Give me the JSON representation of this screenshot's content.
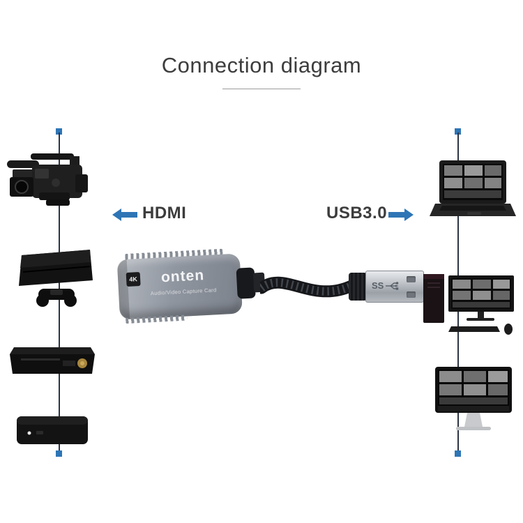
{
  "title": "Connection diagram",
  "labels": {
    "hdmi": "HDMI",
    "usb": "USB3.0"
  },
  "capture_card": {
    "brand": "onten",
    "subtitle": "Audio/Video Capture Card",
    "badge": "4K",
    "usb_logo": "SS"
  },
  "colors": {
    "accent": "#2e75b6",
    "text": "#3c3c3c"
  },
  "source_devices": [
    "video-camera",
    "game-console",
    "dvd-player",
    "tv-box"
  ],
  "output_devices": [
    "laptop",
    "desktop-computer",
    "imac-monitor"
  ]
}
